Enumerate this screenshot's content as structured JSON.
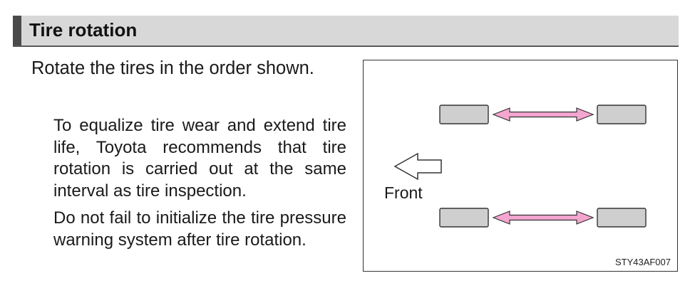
{
  "section": {
    "title": "Tire rotation"
  },
  "body": {
    "intro": "Rotate the tires in the order shown.",
    "paragraphs": [
      "To equalize tire wear and extend tire life, Toyota recommends that tire rotation is carried out at the same interval as tire inspection.",
      "Do not fail to initialize the tire pressure warning system after tire rotation."
    ]
  },
  "figure": {
    "front_label": "Front",
    "code": "STY43AF007",
    "colors": {
      "tire_fill": "#cfcfcf",
      "arrow_fill": "#f4a6cf",
      "outline": "#333333"
    }
  }
}
